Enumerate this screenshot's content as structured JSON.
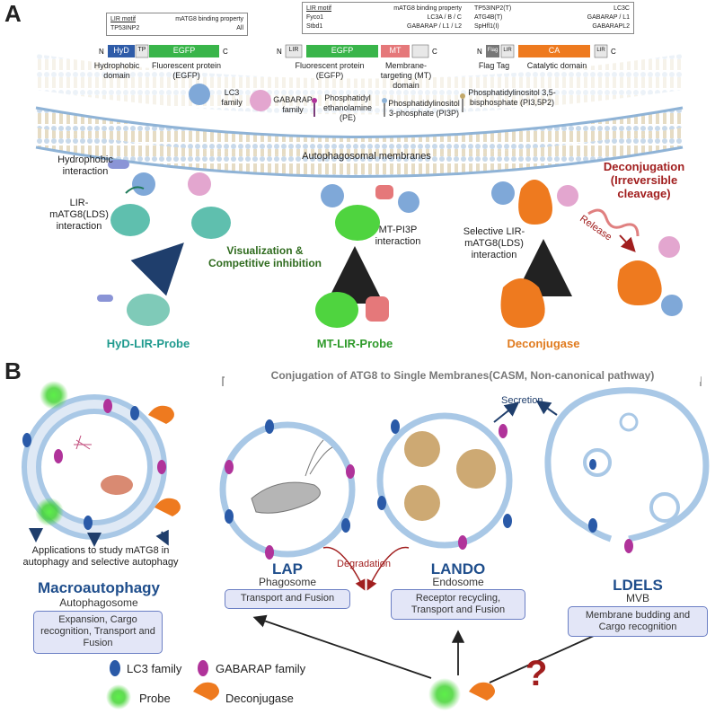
{
  "panel_a": {
    "letter": "A",
    "table_left": {
      "header_left": "LIR motif",
      "header_right": "mATG8 binding property",
      "rows": [
        {
          "motif": "TP53INP2",
          "binding": "All"
        }
      ]
    },
    "table_right": {
      "header_left": "LIR motif",
      "header_right": "mATG8 binding property",
      "rows_left": [
        {
          "motif": "Fyco1",
          "binding": "LC3A / B / C"
        },
        {
          "motif": "Stbd1",
          "binding": "GABARAP / L1 / L2"
        }
      ],
      "rows_right": [
        {
          "motif": "TP53INP2(T)",
          "binding": "LC3C"
        },
        {
          "motif": "ATG4B(T)",
          "binding": "GABARAP / L1"
        },
        {
          "motif": "SpHfl1(I)",
          "binding": "GABARAPL2"
        }
      ]
    },
    "constructs": {
      "c1": {
        "n": "N",
        "hyd": "HyD",
        "tp": "TP",
        "egfp": "EGFP",
        "c": "C",
        "label_hyd": "Hydrophobic domain",
        "label_egfp": "Fluorescent protein (EGFP)"
      },
      "c2": {
        "n": "N",
        "lir": "LIR",
        "egfp": "EGFP",
        "mt": "MT",
        "c": "C",
        "label_egfp": "Fluorescent protein (EGFP)",
        "label_mt": "Membrane-targeting (MT) domain"
      },
      "c3": {
        "n": "N",
        "flag": "Flag",
        "lir1": "LIR",
        "ca": "CA",
        "lir2": "LIR",
        "c": "C",
        "label_flag": "Flag Tag",
        "label_ca": "Catalytic domain"
      }
    },
    "legend": {
      "lc3": "LC3 family",
      "gabarap": "GABARAP family",
      "pe": "Phosphatidyl ethanolamine (PE)",
      "pi3p": "Phosphatidylinositol 3-phosphate (PI3P)",
      "pi35p2": "Phosphatidylinositol 3,5-bisphosphate (PI3,5P2)"
    },
    "membrane_label": "Autophagosomal membranes",
    "labels": {
      "hydrophobic_interaction": "Hydrophobic interaction",
      "lir_interaction": "LIR-mATG8(LDS) interaction",
      "visualization": "Visualization & Competitive inhibition",
      "mt_pi3p": "MT-PI3P interaction",
      "selective_lir": "Selective LIR-mATG8(LDS) interaction",
      "deconjugation": "Deconjugation (Irreversible cleavage)",
      "release": "Release"
    },
    "probes": {
      "hyd_lir": "HyD-LIR-Probe",
      "mt_lir": "MT-LIR-Probe",
      "deconjugase": "Deconjugase"
    }
  },
  "panel_b": {
    "letter": "B",
    "casm_header": "Conjugation of ATG8 to Single Membranes(CASM, Non-canonical pathway)",
    "secretion": "Secretion",
    "degradation": "Degradation",
    "applications": "Applications to study mATG8 in autophagy and selective autophagy",
    "macro": {
      "title": "Macroautophagy",
      "sub": "Autophagosome",
      "note": "Expansion, Cargo recognition, Transport and Fusion"
    },
    "lap": {
      "title": "LAP",
      "sub": "Phagosome",
      "note": "Transport and Fusion"
    },
    "lando": {
      "title": "LANDO",
      "sub": "Endosome",
      "note": "Receptor recycling, Transport and Fusion"
    },
    "ldels": {
      "title": "LDELS",
      "sub": "MVB",
      "note": "Membrane budding and Cargo recognition"
    },
    "legend": {
      "lc3": "LC3 family",
      "gabarap": "GABARAP family",
      "probe": "Probe",
      "deconjugase": "Deconjugase"
    },
    "question": "?"
  },
  "colors": {
    "lc3": "#2a5aa8",
    "gabarap": "#b0339a",
    "egfp": "#39b54a",
    "mt": "#e5787a",
    "ca": "#ee7a1f",
    "hyd": "#2f5ca8",
    "membrane_blue": "#a9c8e6",
    "note_bg": "#e3e6f7",
    "title_blue": "#1f4e8c"
  }
}
